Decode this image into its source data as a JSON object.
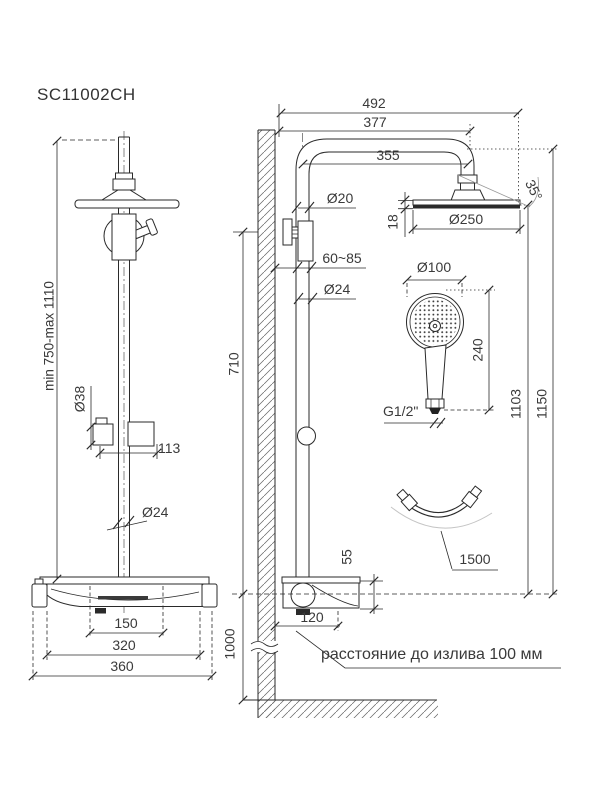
{
  "drawing": {
    "title": "SC11002CH",
    "line_color": "#2a2a2a",
    "front": {
      "height_range": "min 750-max 1110",
      "d38": "Ø38",
      "d113": "113",
      "d24": "Ø24",
      "d150": "150",
      "d320": "320",
      "d360": "360"
    },
    "side": {
      "d492": "492",
      "d377": "377",
      "d355": "355",
      "d20": "Ø20",
      "d60_85": "60~85",
      "d24": "Ø24",
      "d18": "18",
      "d250": "Ø250",
      "d35": "35°",
      "d100": "Ø100",
      "d240": "240",
      "thread": "G1/2\"",
      "d1103": "1103",
      "d1150": "1150",
      "d1500": "1500",
      "d710": "710",
      "d1000": "1000",
      "d55": "55",
      "d120": "120",
      "note": "расстояние до излива 100 мм"
    }
  }
}
